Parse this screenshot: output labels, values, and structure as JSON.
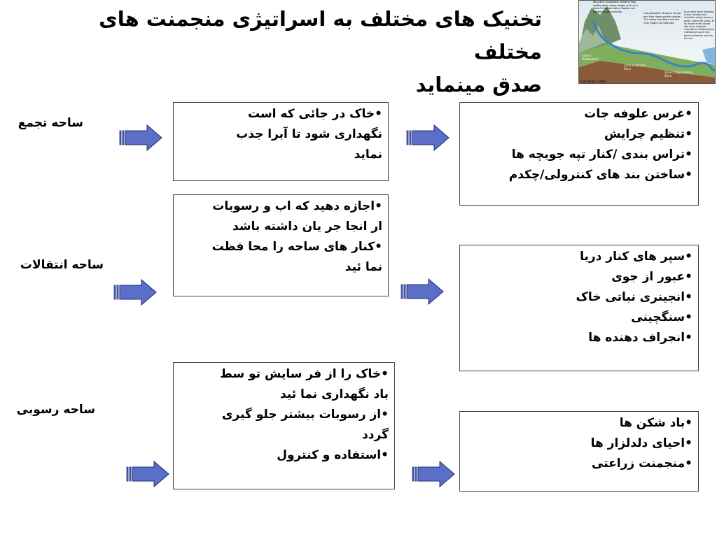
{
  "title": {
    "line1": "تخنیک های مختلف  به اسراتیژی منجمنت های مختلف",
    "line2": "صدق مینماید"
  },
  "figure": {
    "labels": {
      "top": "Mountain headwater streams flow swiftly down steep slopes and cut a deep V-shaped valley. Rapids and waterfalls are common.",
      "middle": "Low-elevation streams merge and flow down gentler slopes. The valley broadens and the river begins to meander.",
      "right": "At an even lower elevation a river wanders and meanders slowly across a broad, nearly flat valley. At its mouth it may divide into many separate channels as it flows across a delta built up of river-borne sediments and into the sea.",
      "zone1": "Zone 1 Headwaters",
      "zone2": "Zone 2 Transfer Zone",
      "zone3": "Zone 3 Depositional Zone",
      "credit": "From Miller (1990)"
    }
  },
  "sections": [
    {
      "label": "ساحه تجمع",
      "goal": [
        "•خاک در جائی که است",
        "نگهداری شود تا آبرا جذب",
        "نماید"
      ],
      "techniques": [
        "•غرس علوفه جات",
        "•تنظیم چرایش",
        "•تراس بندی /کنار تپه جویچه ها",
        "•ساختن  بند های کنترولی/چکدم"
      ]
    },
    {
      "label": "ساحه انتقالات",
      "goal": [
        "•اجازه دهید که اب و  رسوبات",
        "ار انجا جر یان  داشته باشد",
        "•کنار های ساحه را محا فظت",
        "نما ئید"
      ],
      "techniques": [
        "•سپر های کنار دریا",
        "•عبور از جوی",
        "•انجینری نباتی خاک",
        "•سنگچینی",
        "•انجراف دهنده ها"
      ]
    },
    {
      "label": "ساحه رسوبی",
      "goal": [
        "•خاک را از فر سایش تو سط",
        "باد نگهداری نما ئید",
        "•از رسوبات بیشتر جلو گیری",
        "گردد",
        "•استفاده و کنترول"
      ],
      "techniques": [
        "•باد شکن ها",
        "•احیای دلدلزار ها",
        "•منجمنت زراعتی"
      ]
    }
  ],
  "colors": {
    "arrow_fill": "#5b6ec8",
    "arrow_stroke": "#1f2d78",
    "box_border": "#444444"
  }
}
